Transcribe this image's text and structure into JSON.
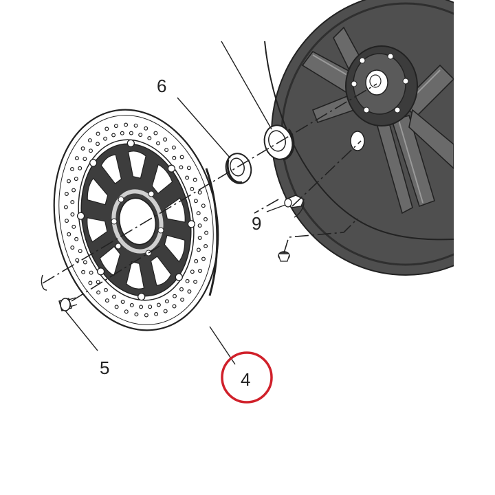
{
  "callouts": {
    "part_4": "4",
    "part_5": "5",
    "part_6": "6",
    "part_9": "9"
  },
  "colors": {
    "line": "#222222",
    "wheel_fill": "#5c5c5c",
    "wheel_dark": "#3a3a3a",
    "wheel_light": "#8a8a8a",
    "disc_fill": "#ffffff",
    "highlight_ring": "#d0202a"
  },
  "highlight": {
    "part": "4"
  }
}
